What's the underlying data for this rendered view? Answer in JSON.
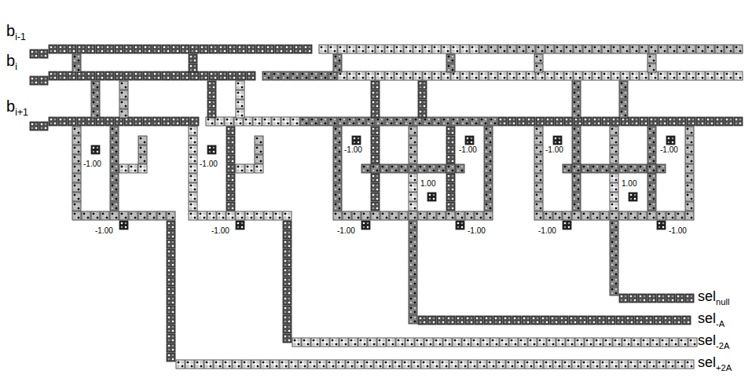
{
  "diagram": {
    "labels": [
      "bi-1",
      "bi",
      "bi+1",
      "-1.00",
      "-1.00",
      "-1.00",
      "-1.00",
      "-1.00",
      "-1.00",
      "1.00",
      "1.00",
      "-1.00",
      "-1.00",
      "-1.00",
      "-1.00",
      "-1.00",
      "-1.00",
      "selnull",
      "sel-A",
      "sel-2A",
      "sel+2A"
    ]
  }
}
